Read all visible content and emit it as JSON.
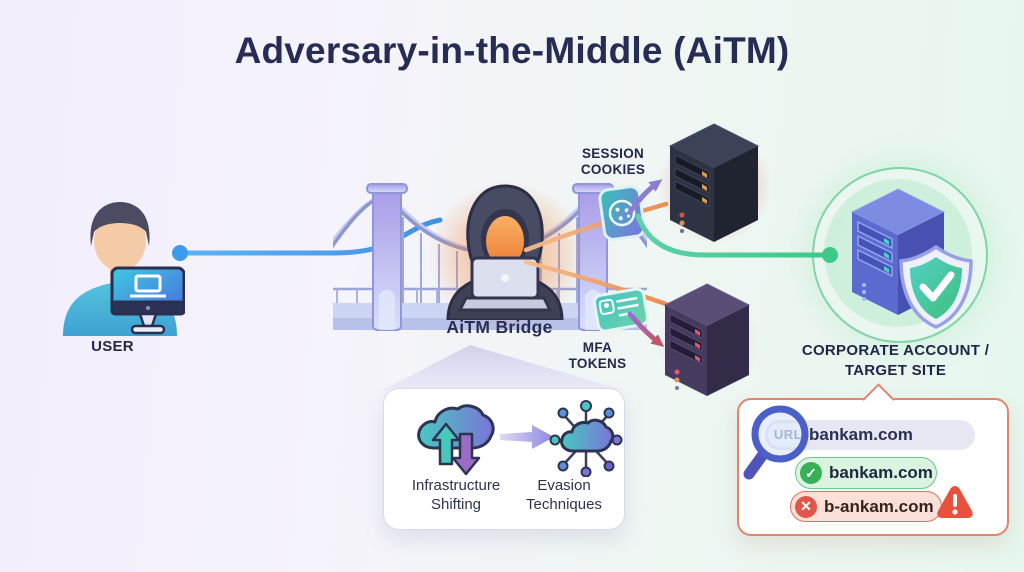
{
  "title": "Adversary-in-the-Middle (AiTM)",
  "user": {
    "label": "USER"
  },
  "bridge": {
    "label": "AiTM Bridge"
  },
  "flows": {
    "session_cookies_label": "SESSION\nCOOKIES",
    "mfa_tokens_label": "MFA\nTOKENS"
  },
  "target": {
    "label": "CORPORATE ACCOUNT /\nTARGET SITE"
  },
  "tactics": {
    "infrastructure_label": "Infrastructure\nShifting",
    "evasion_label": "Evasion\nTechniques"
  },
  "url_panel": {
    "url_badge": "URL",
    "address_bar": "bankam.com",
    "legit_domain": "bankam.com",
    "phishing_domain": "b-ankam.com",
    "legit_mark": "✓",
    "phish_mark": "✕"
  },
  "colors": {
    "title_text": "#272c55",
    "label_text": "#23284a",
    "user_line": "#3d9bed",
    "target_line": "#3cc98a",
    "attacker_glow": "#f08a3c",
    "cookie_arrow": "#8b7ed2",
    "mfa_arrow": "#c25568",
    "legit_green": "#37b057",
    "phish_red": "#e05648",
    "warning_red": "#e8513d",
    "panel_border": "#e2846e"
  }
}
